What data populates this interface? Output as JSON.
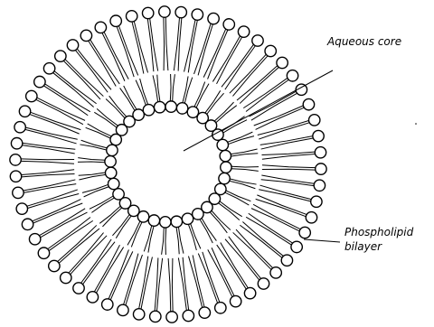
{
  "labels": {
    "aqueous_core": "Aqueous core",
    "bilayer_line1": "Phospholipid",
    "bilayer_line2": "bilayer"
  },
  "colors": {
    "stroke": "#000000",
    "head_fill": "#ffffff",
    "background": "#ffffff"
  }
}
